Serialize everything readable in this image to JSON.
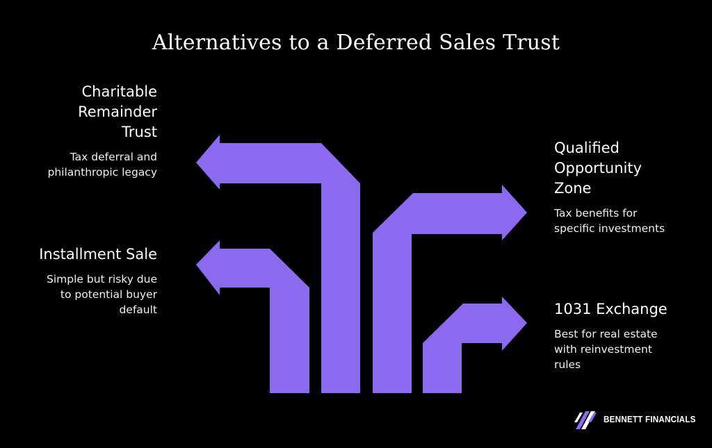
{
  "title": "Alternatives to a Deferred Sales Trust",
  "colors": {
    "background": "#000000",
    "arrow_fill": "#8c6af0",
    "text": "#ffffff"
  },
  "alternatives": [
    {
      "id": "charitable-remainder-trust",
      "heading_lines": [
        "Charitable",
        "Remainder",
        "Trust"
      ],
      "description_lines": [
        "Tax deferral and",
        "philanthropic legacy"
      ],
      "arrow_direction": "left"
    },
    {
      "id": "installment-sale",
      "heading_lines": [
        "Installment Sale"
      ],
      "description_lines": [
        "Simple but risky due",
        "to potential buyer",
        "default"
      ],
      "arrow_direction": "left"
    },
    {
      "id": "qualified-opportunity-zone",
      "heading_lines": [
        "Qualified",
        "Opportunity",
        "Zone"
      ],
      "description_lines": [
        "Tax benefits for",
        "specific investments"
      ],
      "arrow_direction": "right"
    },
    {
      "id": "1031-exchange",
      "heading_lines": [
        "1031 Exchange"
      ],
      "description_lines": [
        "Best for real estate",
        "with reinvestment",
        "rules"
      ],
      "arrow_direction": "right"
    }
  ],
  "logo": {
    "text": "BENNETT FINANCIALS",
    "icon": "bennett-financials-stripes-logo"
  }
}
